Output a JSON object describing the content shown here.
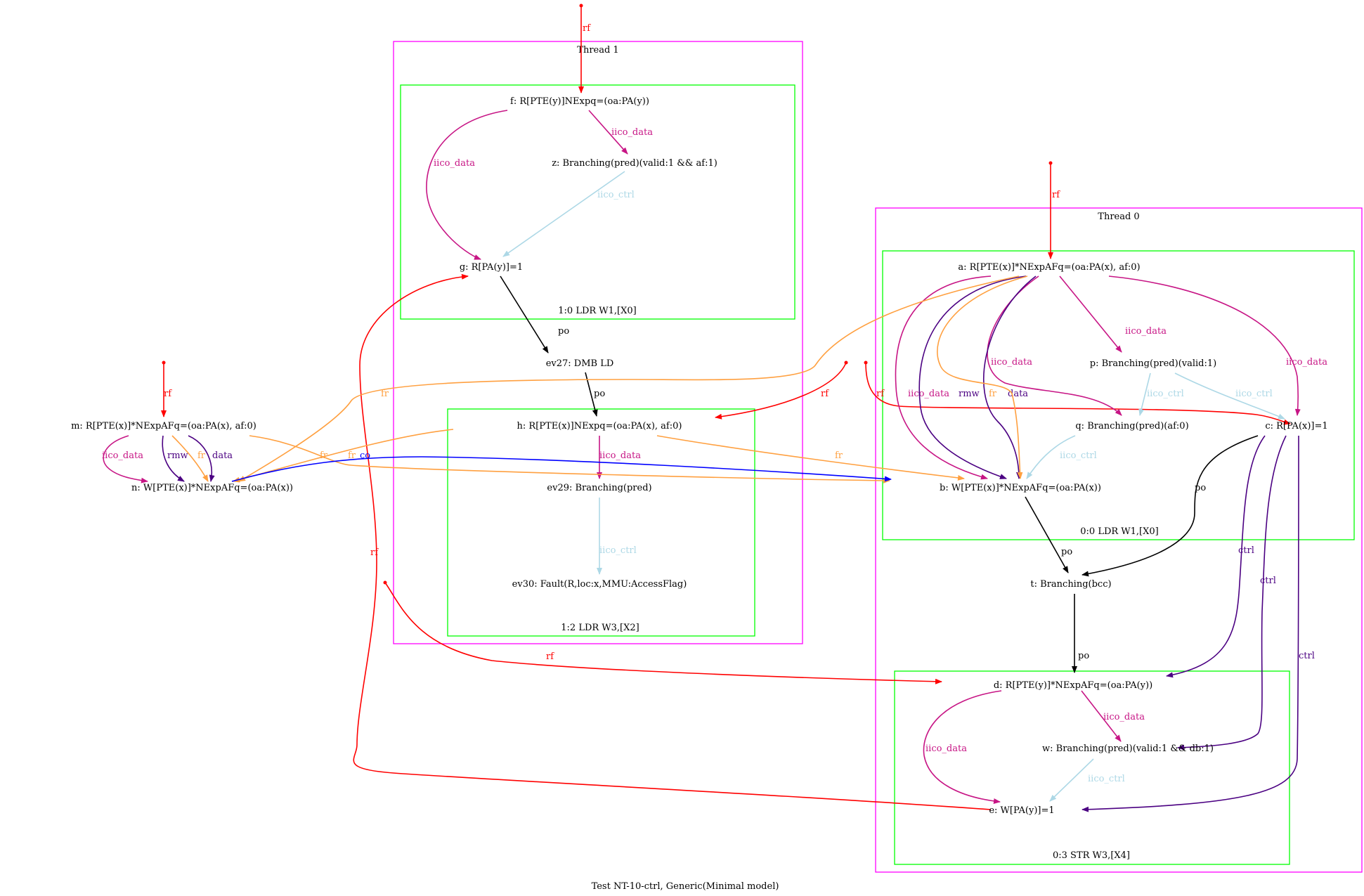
{
  "caption": "Test NT-10-ctrl, Generic(Minimal model)",
  "colors": {
    "rf": "#ff0000",
    "po": "#000000",
    "iico_data": "#c71585",
    "iico_ctrl": "#add8e6",
    "fr": "#ffa040",
    "rmw": "#4b0082",
    "data": "#4b0082",
    "ctrl": "#4b0082",
    "co": "#0000ff",
    "thread_box": "#ff00ff",
    "instr_box": "#00ff00"
  },
  "clusters": {
    "thread1": "Thread 1",
    "thread0": "Thread 0",
    "t1_i0": "1:0 LDR W1,[X0]",
    "t1_i2": "1:2 LDR W3,[X2]",
    "t0_i0": "0:0 LDR W1,[X0]",
    "t0_i3": "0:3 STR W3,[X4]"
  },
  "nodes": {
    "f": "f: R[PTE(y)]NExpq=(oa:PA(y))",
    "z": "z: Branching(pred)(valid:1 && af:1)",
    "g": "g: R[PA(y)]=1",
    "ev27": "ev27: DMB LD",
    "h": "h: R[PTE(x)]NExpq=(oa:PA(x), af:0)",
    "ev29": "ev29: Branching(pred)",
    "ev30": "ev30: Fault(R,loc:x,MMU:AccessFlag)",
    "m": "m: R[PTE(x)]*NExpAFq=(oa:PA(x), af:0)",
    "n": "n: W[PTE(x)]*NExpAFq=(oa:PA(x))",
    "a": "a: R[PTE(x)]*NExpAFq=(oa:PA(x), af:0)",
    "p": "p: Branching(pred)(valid:1)",
    "q": "q: Branching(pred)(af:0)",
    "c": "c: R[PA(x)]=1",
    "b": "b: W[PTE(x)]*NExpAFq=(oa:PA(x))",
    "t": "t: Branching(bcc)",
    "d": "d: R[PTE(y)]*NExpAFq=(oa:PA(y))",
    "w": "w: Branching(pred)(valid:1 && db:1)",
    "e": "e: W[PA(y)]=1"
  },
  "edge_labels": {
    "rf": "rf",
    "po": "po",
    "iico_data": "iico_data",
    "iico_ctrl": "iico_ctrl",
    "fr": "fr",
    "rmw": "rmw",
    "data": "data",
    "ctrl": "ctrl",
    "co": "co"
  }
}
